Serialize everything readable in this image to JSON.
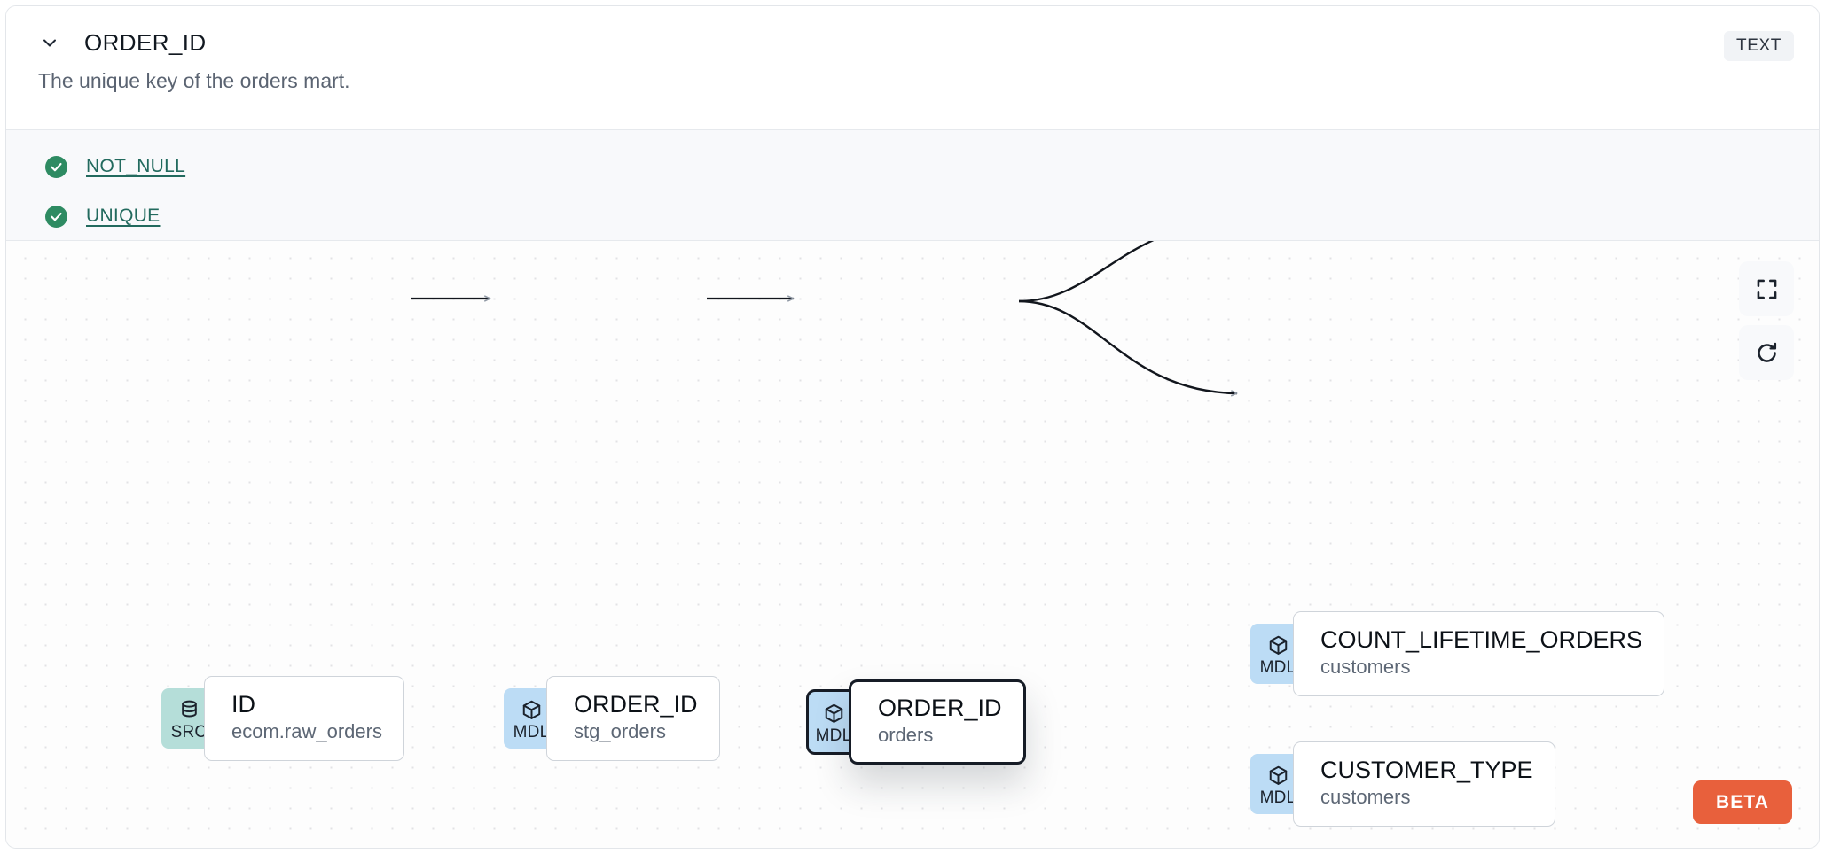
{
  "header": {
    "collapse_icon": "chevron-down-icon",
    "title": "ORDER_ID",
    "type_badge": "TEXT",
    "description": "The unique key of the orders mart."
  },
  "tests": [
    {
      "status_icon": "check-circle-icon",
      "label": "NOT_NULL"
    },
    {
      "status_icon": "check-circle-icon",
      "label": "UNIQUE"
    }
  ],
  "lineage": {
    "nodes": [
      {
        "id": "src",
        "badge": "SRC",
        "badge_icon": "database-icon",
        "name": "ID",
        "source": "ecom.raw_orders",
        "selected": false
      },
      {
        "id": "stg",
        "badge": "MDL",
        "badge_icon": "cube-icon",
        "name": "ORDER_ID",
        "source": "stg_orders",
        "selected": false
      },
      {
        "id": "orders",
        "badge": "MDL",
        "badge_icon": "cube-icon",
        "name": "ORDER_ID",
        "source": "orders",
        "selected": true
      },
      {
        "id": "count",
        "badge": "MDL",
        "badge_icon": "cube-icon",
        "name": "COUNT_LIFETIME_ORDERS",
        "source": "customers",
        "selected": false
      },
      {
        "id": "custtype",
        "badge": "MDL",
        "badge_icon": "cube-icon",
        "name": "CUSTOMER_TYPE",
        "source": "customers",
        "selected": false
      }
    ],
    "edges": [
      {
        "from": "src",
        "to": "stg"
      },
      {
        "from": "stg",
        "to": "orders"
      },
      {
        "from": "orders",
        "to": "count"
      },
      {
        "from": "orders",
        "to": "custtype"
      }
    ]
  },
  "controls": [
    {
      "name": "fit-view-button",
      "icon": "fit-view-icon"
    },
    {
      "name": "reset-button",
      "icon": "refresh-icon"
    }
  ],
  "beta_badge": "BETA",
  "colors": {
    "src_badge": "#b5ded9",
    "mdl_badge": "#bcdcf5",
    "test_pass": "#2e8b62",
    "test_link": "#226a5e",
    "beta": "#e8603c",
    "selected_border": "#161c26"
  }
}
